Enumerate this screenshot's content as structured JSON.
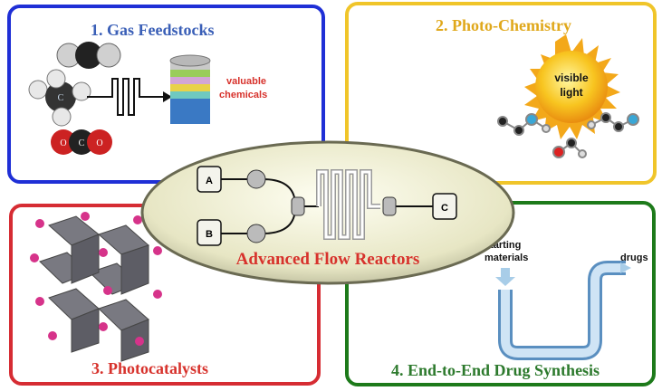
{
  "panels": {
    "gas": {
      "title": "1. Gas Feedstocks",
      "product_label_line1": "valuable",
      "product_label_line2": "chemicals",
      "co2_letters": [
        "O",
        "C",
        "O"
      ],
      "ch4_center": "C"
    },
    "photo": {
      "title": "2. Photo-Chemistry",
      "sun_line1": "visible",
      "sun_line2": "light"
    },
    "catalyst": {
      "title": "3. Photocatalysts"
    },
    "drug": {
      "title": "4. End-to-End Drug Synthesis",
      "start_line1": "starting",
      "start_line2": "materials",
      "end_label": "drugs"
    }
  },
  "center": {
    "title": "Advanced Flow Reactors",
    "node_a": "A",
    "node_b": "B",
    "node_c": "C"
  },
  "colors": {
    "gas": "#1f2fd6",
    "photo": "#f0c52a",
    "catalyst": "#d62c33",
    "drug": "#1d7a1a",
    "center_title": "#d7322c"
  }
}
